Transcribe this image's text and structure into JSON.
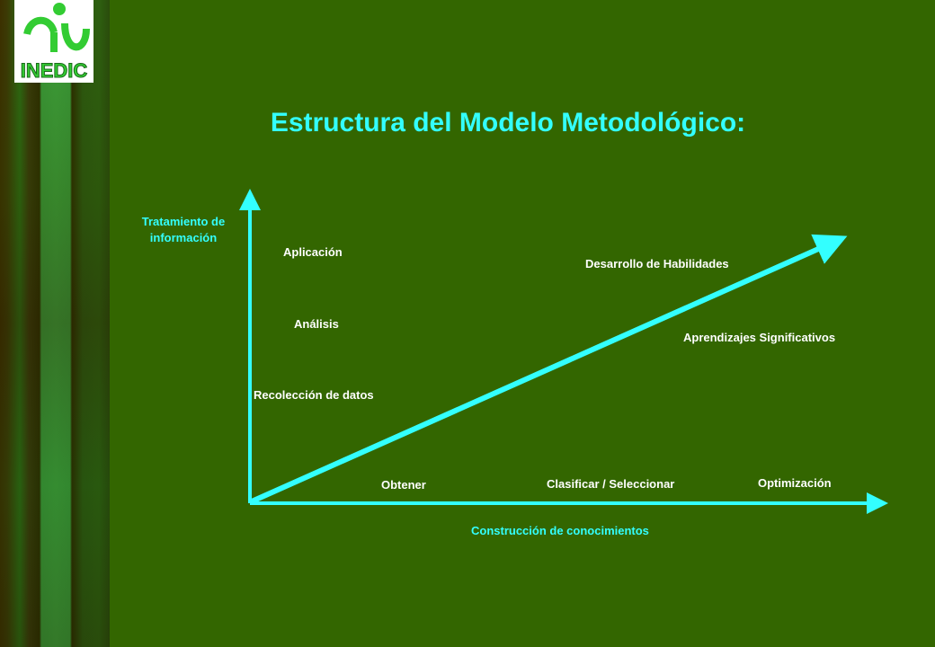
{
  "title": "Estructura del Modelo Metodológico:",
  "axes": {
    "y_label": "Tratamiento de información",
    "x_label": "Construcción de conocimientos"
  },
  "y_levels": [
    "Aplicación",
    "Análisis",
    "Recolección de datos"
  ],
  "x_levels": [
    "Obtener",
    "Clasificar / Seleccionar",
    "Optimización"
  ],
  "diagonal_labels": [
    "Desarrollo de Habilidades",
    "Aprendizajes Significativos"
  ],
  "logo": {
    "text": "INEDIC"
  },
  "colors": {
    "background": "#336600",
    "accent": "#33ffff",
    "text": "#ffffff"
  }
}
